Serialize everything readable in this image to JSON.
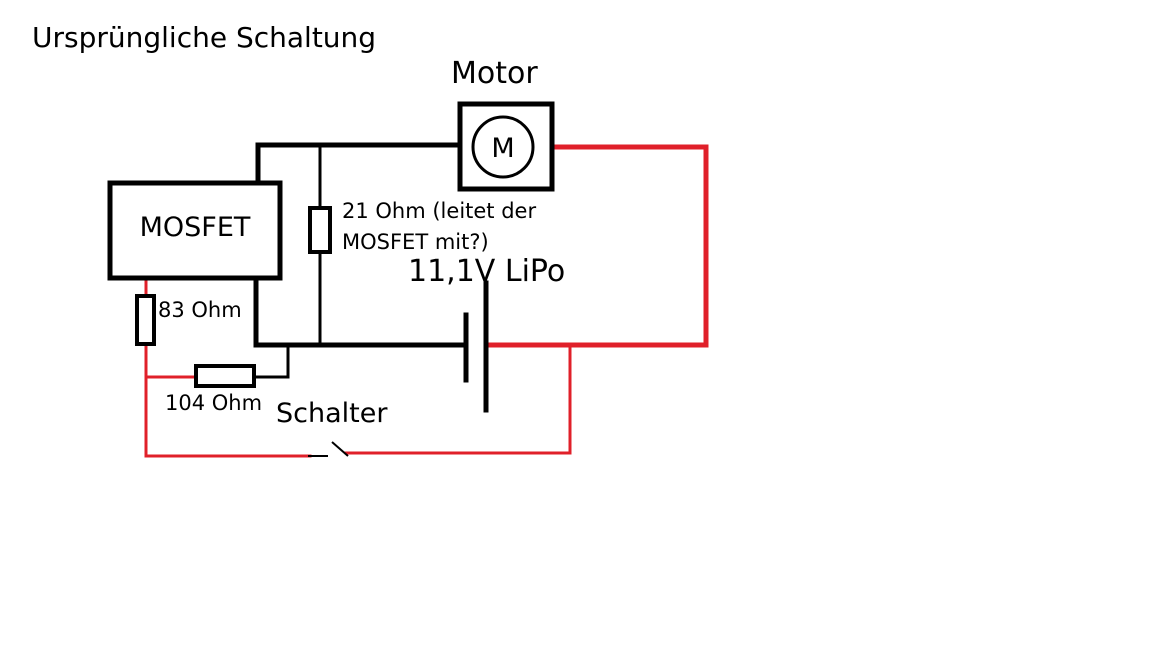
{
  "title": "Ursprüngliche Schaltung",
  "components": {
    "motor": {
      "label": "Motor",
      "symbol": "M"
    },
    "mosfet": {
      "label": "MOSFET"
    },
    "resistor_21": {
      "label_line1": "21 Ohm (leitet der",
      "label_line2": "MOSFET mit?)"
    },
    "battery": {
      "label": "11,1V LiPo"
    },
    "resistor_83": {
      "label": "83 Ohm"
    },
    "resistor_104": {
      "label": "104 Ohm"
    },
    "switch": {
      "label": "Schalter"
    }
  },
  "colors": {
    "wire_black": "#000000",
    "wire_red": "#e0202a"
  }
}
